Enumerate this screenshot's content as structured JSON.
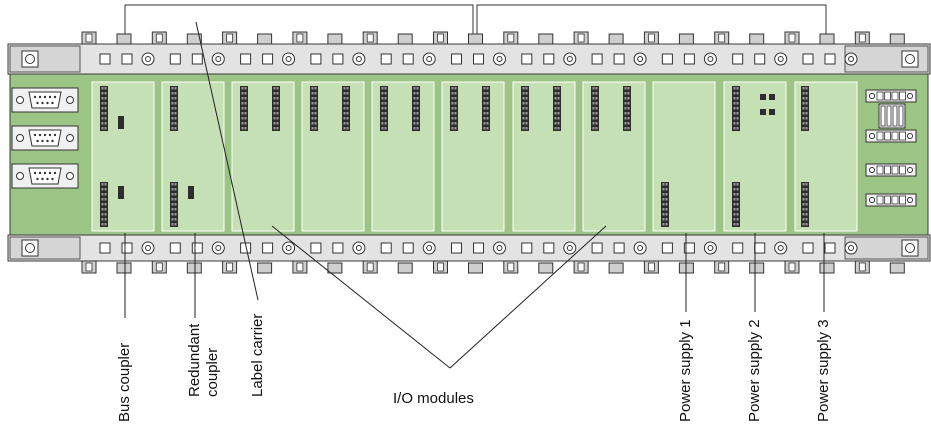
{
  "colors": {
    "board": "#9cc585",
    "slot": "#c4e0b4",
    "rail": "#e3e3e3",
    "rail_stroke": "#3a3a3a",
    "connector": "#2d2d2d"
  },
  "labels": {
    "bus_coupler": "Bus coupler",
    "redundant_coupler_1": "Redundant",
    "redundant_coupler_2": "coupler",
    "label_carrier": "Label carrier",
    "io_modules": "I/O modules",
    "power_supply_1": "Power supply 1",
    "power_supply_2": "Power supply 2",
    "power_supply_3": "Power supply 3"
  }
}
